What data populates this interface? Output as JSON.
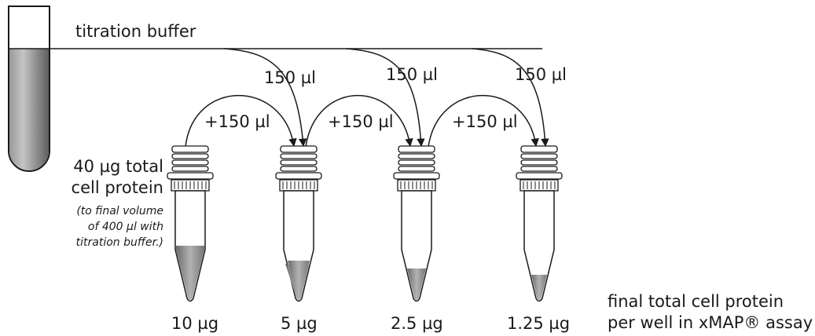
{
  "diagram": {
    "buffer_label": "titration buffer",
    "buffer_volume_labels": [
      "150 µl",
      "150 µl",
      "150 µl"
    ],
    "transfer_labels": [
      "+150 µl",
      "+150 µl",
      "+150 µl"
    ],
    "start_label": {
      "line1": "40 µg total",
      "line2": "cell protein",
      "note1": "(to final volume",
      "note2": "of 400 µl with",
      "note3": "titration buffer.)"
    },
    "tube_amounts": [
      "10 µg",
      "5 µg",
      "2.5 µg",
      "1.25 µg"
    ],
    "result_label": {
      "line1": "final total cell protein",
      "line2": "per well in xMAP® assay"
    },
    "colors": {
      "ink": "#1a1a1a",
      "liquid_dark": "#7a7a7a",
      "liquid_light": "#bdbdbd"
    }
  }
}
